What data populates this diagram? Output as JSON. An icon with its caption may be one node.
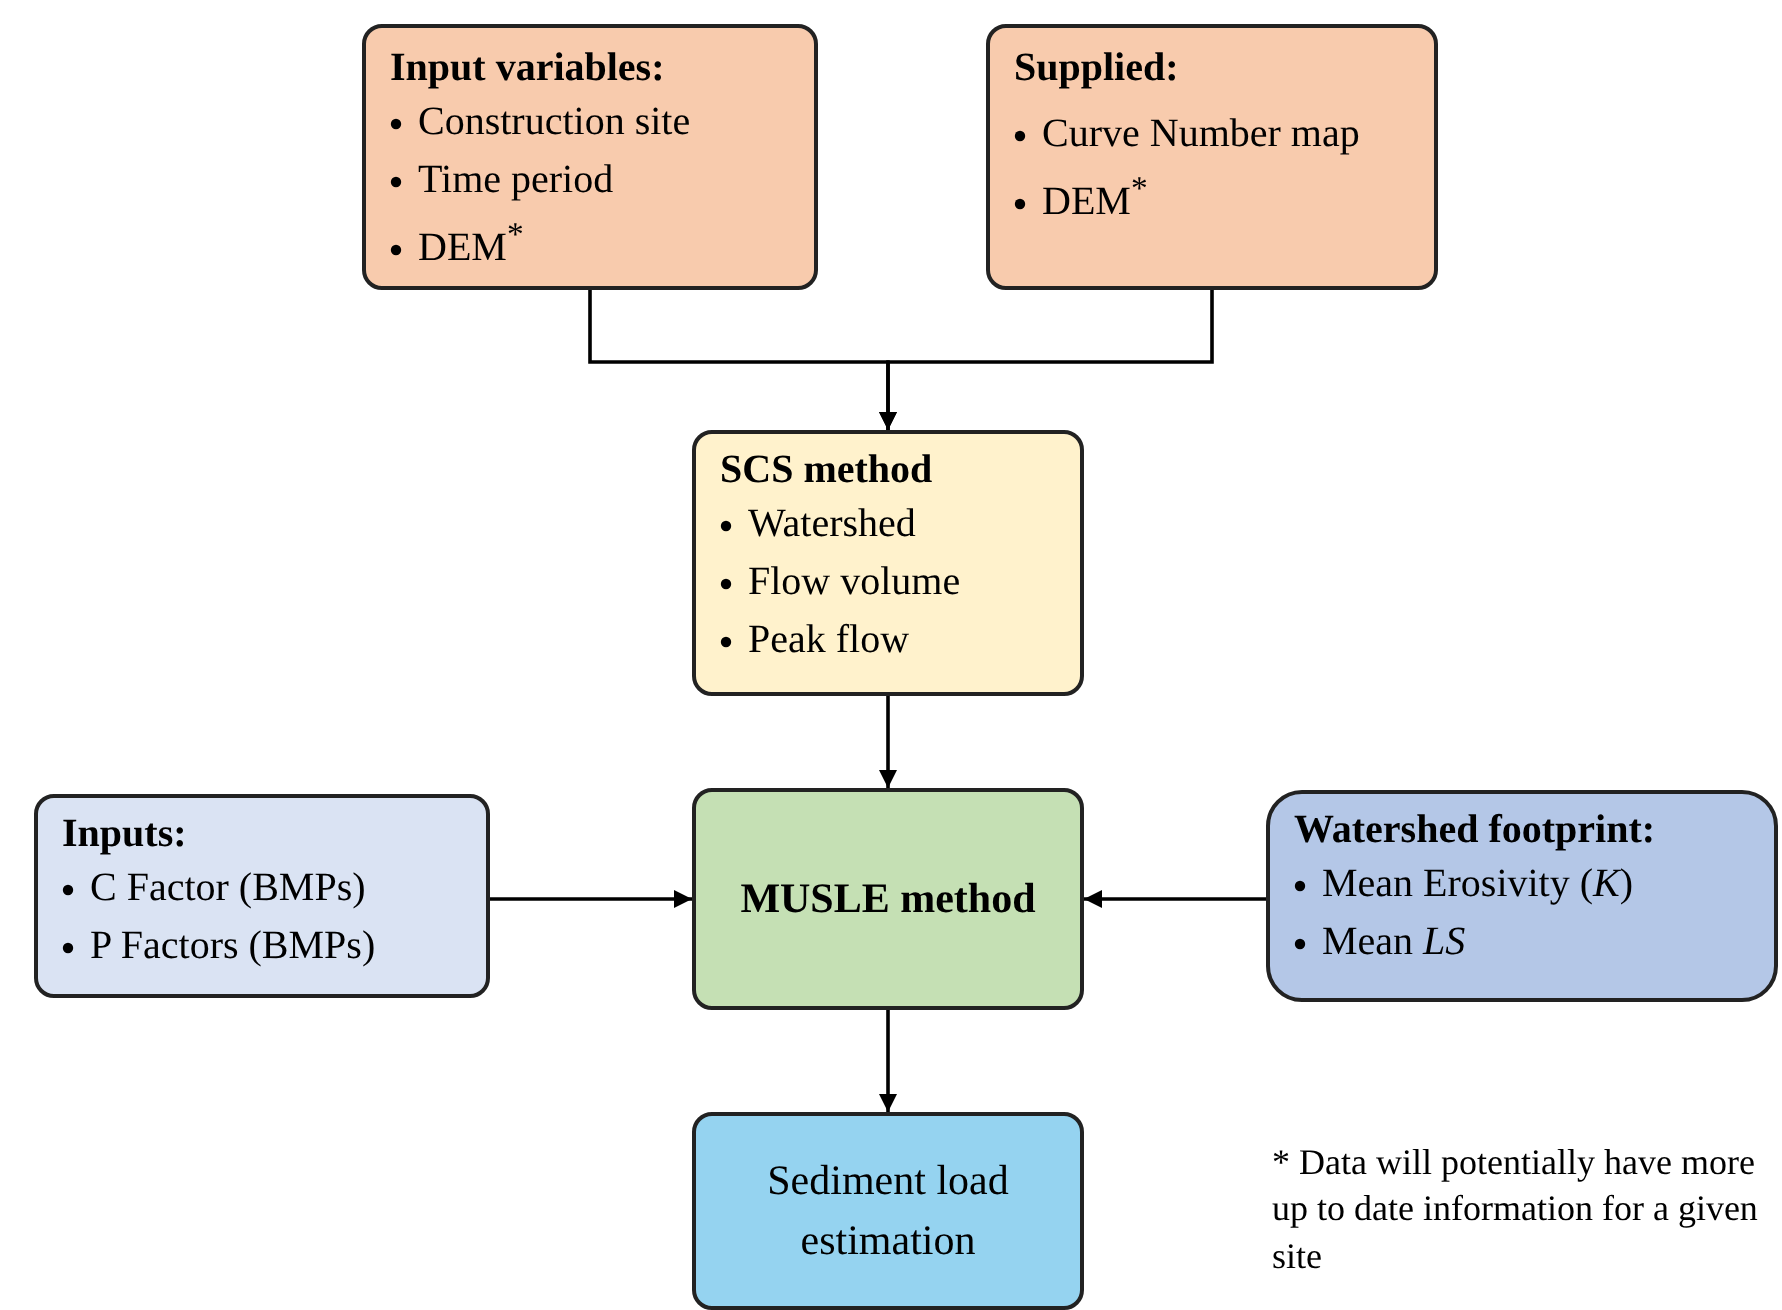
{
  "diagram": {
    "nodes": [
      {
        "text": [
          "Input variables:",
          "Construction site",
          "Time period",
          "DEM$^{*}$"
        ]
      },
      {
        "text": [
          "Supplied:",
          "Curve Number map",
          "DEM$^{*}$"
        ]
      },
      {
        "text": [
          "SCS method",
          "Watershed",
          "Flow volume",
          "Peak flow"
        ]
      },
      {
        "text": [
          "MUSLE method"
        ]
      },
      {
        "text": [
          "Inputs:",
          "C Factor (BMPs)",
          "P Factors (BMPs)"
        ]
      },
      {
        "text": [
          "Watershed footprint:",
          "Mean Erosivity (*K*)",
          "Mean *LS*"
        ]
      },
      {
        "text": [
          "Sediment load estimation"
        ]
      }
    ],
    "edges": [
      {
        "from": 0,
        "to": 2,
        "arrow": "to"
      },
      {
        "from": 1,
        "to": 2,
        "arrow": "to"
      },
      {
        "from": 2,
        "to": 3,
        "arrow": "to"
      },
      {
        "from": 4,
        "to": 3,
        "arrow": "to"
      },
      {
        "from": 5,
        "to": 3,
        "arrow": "to"
      },
      {
        "from": 3,
        "to": 6,
        "arrow": "to"
      }
    ],
    "labels": [
      "* Data will potentially have more up to date information for a given site"
    ]
  }
}
